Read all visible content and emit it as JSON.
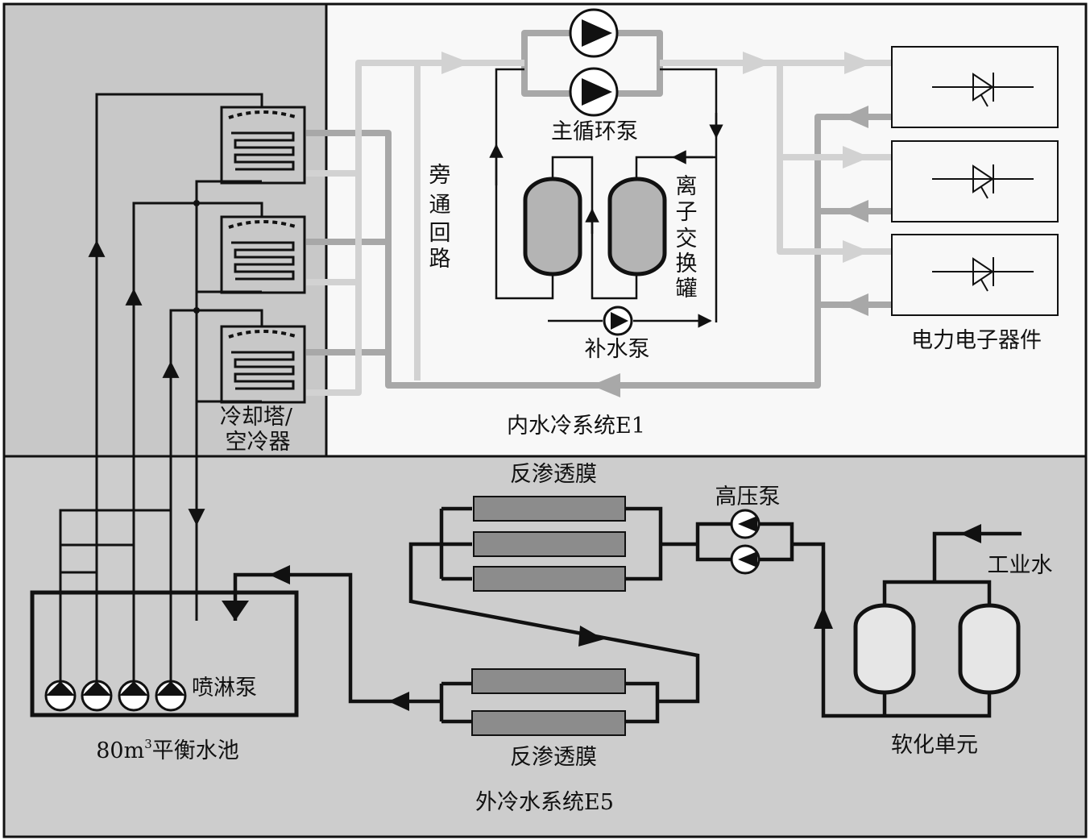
{
  "labels": {
    "main_pump": "主循环泵",
    "bypass": [
      "旁",
      "通",
      "回",
      "路"
    ],
    "ion_exchange": [
      "离",
      "子",
      "交",
      "换",
      "罐"
    ],
    "makeup_pump": "补水泵",
    "power_electronics": "电力电子器件",
    "cooling_tower_1": "冷却塔/",
    "cooling_tower_2": "空冷器",
    "inner_system": "内水冷系统E1",
    "ro_membrane_top": "反渗透膜",
    "high_pressure_pump": "高压泵",
    "industrial_water": "工业水",
    "spray_pump": "喷淋泵",
    "pool_prefix": "80m",
    "pool_sup": "3",
    "pool_suffix": "平衡水池",
    "ro_membrane_bottom": "反渗透膜",
    "softening_unit": "软化单元",
    "outer_system": "外冷水系统E5"
  },
  "colors": {
    "dark_panel": "#c8c8c8",
    "outer_panel": "#cdcdcd",
    "inner_panel": "#f8f8f8",
    "hot_pipe": "#a8a8a8",
    "cold_pipe": "#d2d2d2",
    "membrane": "#8c8c8c",
    "tank_fill": "#b4b4b4",
    "soft_tank_fill": "#e6e6e6",
    "line": "#111111"
  }
}
